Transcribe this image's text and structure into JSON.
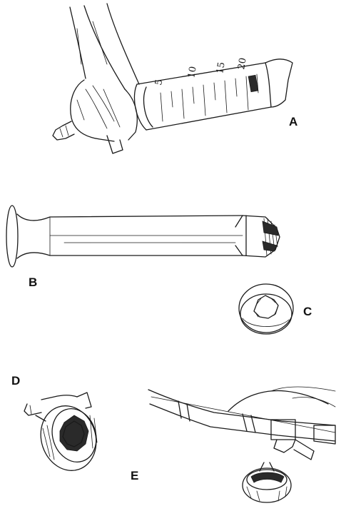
{
  "labels": {
    "a": "A",
    "b": "B",
    "c": "C",
    "d": "D",
    "e": "E"
  },
  "syringe_scale_marks": [
    "5",
    "10",
    "15",
    "20"
  ],
  "colors": {
    "ink": "#1a1a1a",
    "paper": "#ffffff"
  }
}
